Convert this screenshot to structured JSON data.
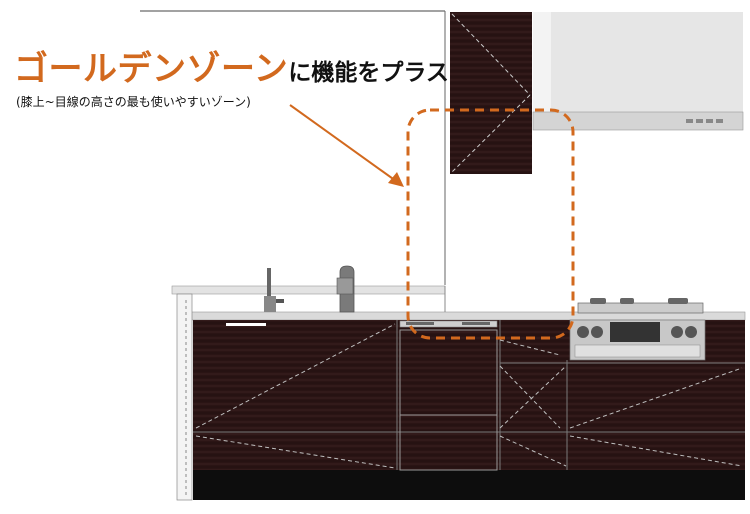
{
  "heading": {
    "accent_text": "ゴールデンゾーン",
    "rest_text": "に機能をプラス",
    "sub_text": "(膝上~目線の高さの最も使いやすいゾーン)"
  },
  "colors": {
    "accent": "#d2691e",
    "cabinet": "#2a1414",
    "plinth": "#0d0d0d",
    "countertop": "#d9d9d9",
    "hood": "#e3e3e3",
    "wall": "#ffffff"
  },
  "icons": {
    "faucet": "faucet-icon",
    "water_purifier": "water-purifier-faucet-icon",
    "gas_stove": "gas-stove-icon",
    "range_hood": "range-hood-icon"
  }
}
